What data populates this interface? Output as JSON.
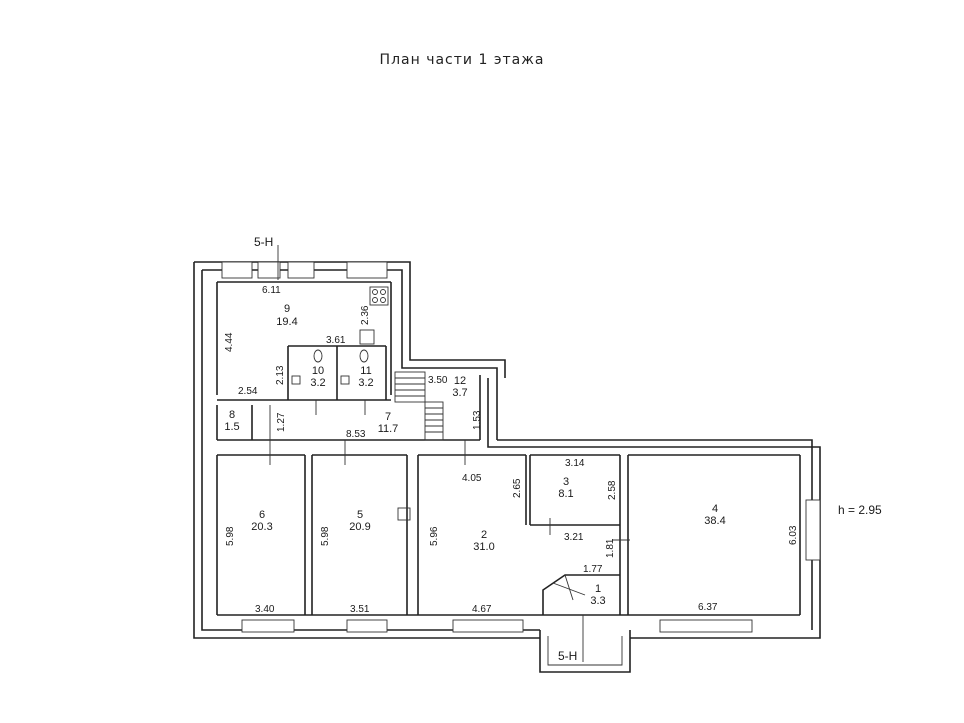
{
  "title": "План части 1 этажа",
  "height_note": "h = 2.95",
  "section_marks": [
    "5-Н",
    "5-Н"
  ],
  "rooms": [
    {
      "number": "1",
      "area": "3.3"
    },
    {
      "number": "2",
      "area": "31.0"
    },
    {
      "number": "3",
      "area": "8.1"
    },
    {
      "number": "4",
      "area": "38.4"
    },
    {
      "number": "5",
      "area": "20.9"
    },
    {
      "number": "6",
      "area": "20.3"
    },
    {
      "number": "7",
      "area": "11.7"
    },
    {
      "number": "8",
      "area": "1.5"
    },
    {
      "number": "9",
      "area": "19.4"
    },
    {
      "number": "10",
      "area": "3.2"
    },
    {
      "number": "11",
      "area": "3.2"
    },
    {
      "number": "12",
      "area": "3.7"
    }
  ],
  "dimensions": {
    "d611": "6.11",
    "d444": "4.44",
    "d236": "2.36",
    "d361": "3.61",
    "d213": "2.13",
    "d254": "2.54",
    "d127": "1.27",
    "d853": "8.53",
    "d350": "3.50",
    "d153": "1.53",
    "d405": "4.05",
    "d265": "2.65",
    "d314": "3.14",
    "d258": "2.58",
    "d321": "3.21",
    "d181": "1.81",
    "d177": "1.77",
    "d603": "6.03",
    "d598a": "5.98",
    "d598b": "5.98",
    "d596": "5.96",
    "d340": "3.40",
    "d351": "3.51",
    "d467": "4.67",
    "d637": "6.37"
  }
}
